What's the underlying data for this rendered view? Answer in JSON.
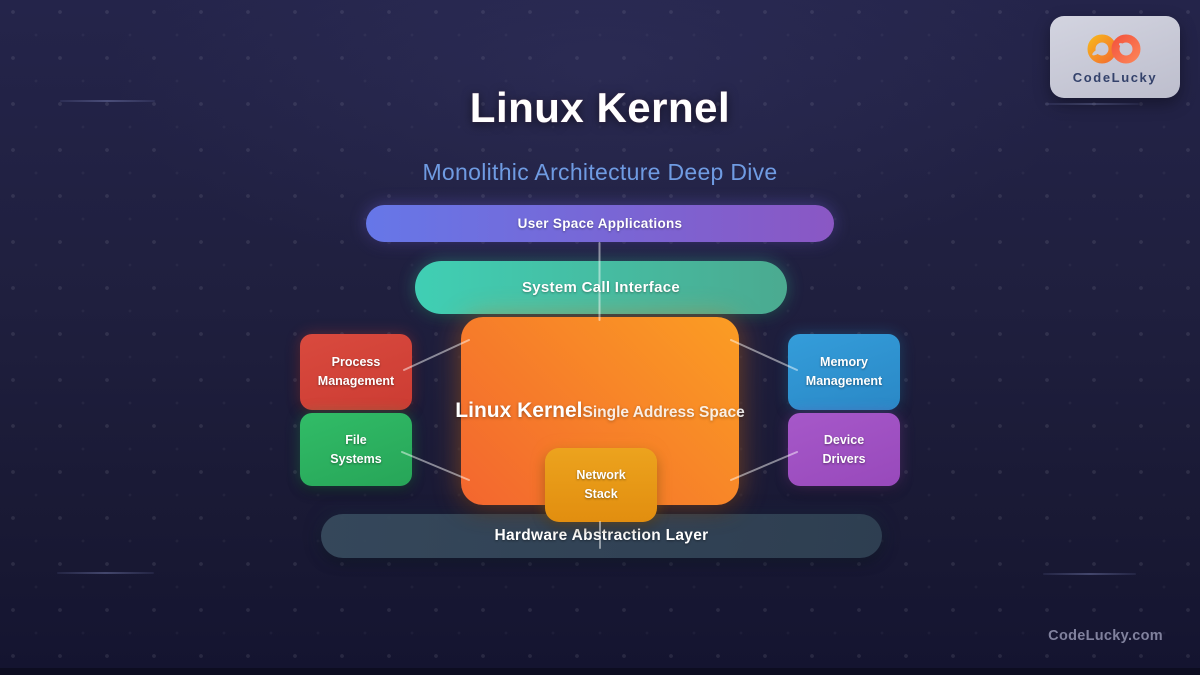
{
  "header": {
    "title": "Linux Kernel",
    "subtitle": "Monolithic Architecture Deep Dive"
  },
  "brand": {
    "name": "CodeLucky",
    "watermark": "CodeLucky.com",
    "logo_icon": "infinity-icon",
    "colors": {
      "card_bg": "#C9CAD7",
      "text": "#34426B",
      "logo_left": "#F2A11C",
      "logo_right": "#F4573F"
    }
  },
  "diagram": {
    "layers": {
      "user_space": {
        "label": "User Space Applications",
        "color_start": "#6677E8",
        "color_end": "#8A57C4"
      },
      "system_call": {
        "label": "System Call Interface",
        "color_start": "#40CFB4",
        "color_end": "#4BAA90"
      },
      "kernel": {
        "title": "Linux Kernel",
        "tag": "Single Address Space",
        "color_start": "#FB9D23",
        "color_end": "#F3662F"
      },
      "hardware": {
        "label": "Hardware Abstraction Layer",
        "color": "#36495C"
      }
    },
    "modules": {
      "process": {
        "line1": "Process",
        "line2": "Management",
        "color": "#D5453C"
      },
      "filesystems": {
        "line1": "File",
        "line2": "Systems",
        "color": "#2BB261"
      },
      "memory": {
        "line1": "Memory",
        "line2": "Management",
        "color": "#2F97D4"
      },
      "devices": {
        "line1": "Device",
        "line2": "Drivers",
        "color": "#A253C5"
      },
      "network": {
        "line1": "Network",
        "line2": "Stack",
        "color": "#E8990F"
      }
    },
    "background": {
      "base": "#1F1F3E",
      "dot_color": "rgba(255,255,255,0.08)"
    }
  }
}
